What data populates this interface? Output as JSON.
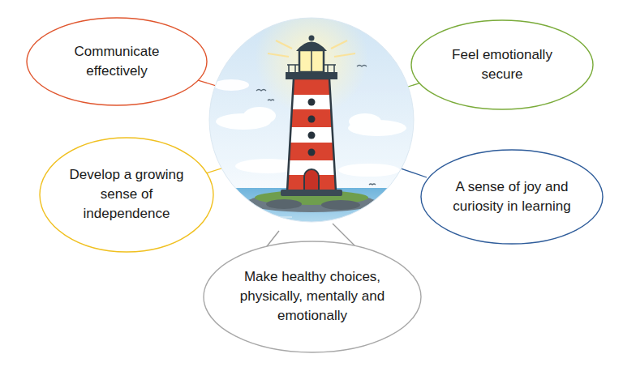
{
  "diagram": {
    "nodes": [
      {
        "text": [
          "Communicate effectively"
        ]
      },
      {
        "text": [
          "Feel emotionally secure"
        ]
      },
      {
        "text": [
          "Develop a growing sense of independence"
        ]
      },
      {
        "text": [
          "A sense of joy and curiosity in learning"
        ]
      },
      {
        "text": [
          "Make healthy choices, physically, mentally and emotionally"
        ]
      }
    ]
  }
}
